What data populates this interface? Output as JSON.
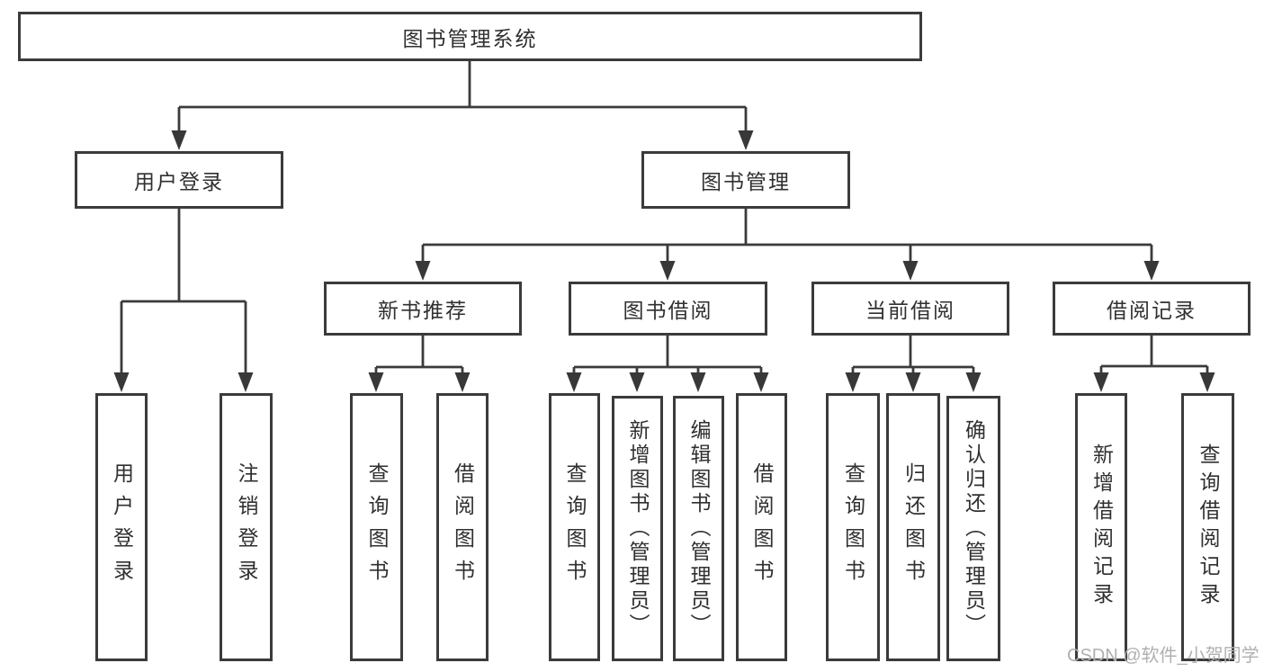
{
  "tree": {
    "root": {
      "label": "图书管理系统",
      "children": [
        {
          "label": "用户登录",
          "children": [
            {
              "label": "用户登录"
            },
            {
              "label": "注销登录"
            }
          ]
        },
        {
          "label": "图书管理",
          "children": [
            {
              "label": "新书推荐",
              "children": [
                {
                  "label": "查询图书"
                },
                {
                  "label": "借阅图书"
                }
              ]
            },
            {
              "label": "图书借阅",
              "children": [
                {
                  "label": "查询图书"
                },
                {
                  "label": "新增图书（管理员）"
                },
                {
                  "label": "编辑图书（管理员）"
                },
                {
                  "label": "借阅图书"
                }
              ]
            },
            {
              "label": "当前借阅",
              "children": [
                {
                  "label": "查询图书"
                },
                {
                  "label": "归还图书"
                },
                {
                  "label": "确认归还（管理员）"
                }
              ]
            },
            {
              "label": "借阅记录",
              "children": [
                {
                  "label": "新增借阅记录"
                },
                {
                  "label": "查询借阅记录"
                }
              ]
            }
          ]
        }
      ]
    }
  },
  "watermark": {
    "text": "CSDN @软件_小贺同学"
  },
  "colors": {
    "line": "#3b3b3b",
    "text": "#303030",
    "watermark_text": "#b0b0b0",
    "background": "#ffffff"
  }
}
